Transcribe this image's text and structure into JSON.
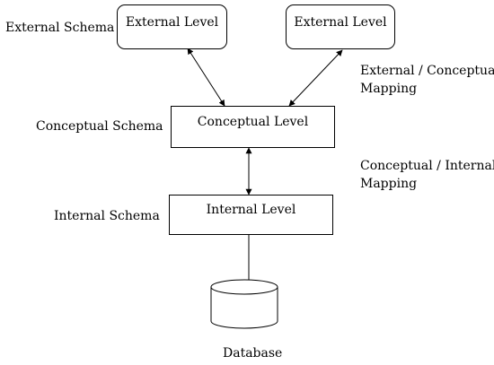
{
  "labels": {
    "external_schema": "External Schema",
    "conceptual_schema": "Conceptual Schema",
    "internal_schema": "Internal Schema",
    "ext_conc_mapping_line1": "External / Conceptual",
    "ext_conc_mapping_line2": "Mapping",
    "conc_int_mapping_line1": "Conceptual / Internal",
    "conc_int_mapping_line2": "Mapping",
    "database": "Database"
  },
  "boxes": {
    "external_level_left": "External Level",
    "external_level_right": "External Level",
    "conceptual_level": "Conceptual Level",
    "internal_level": "Internal Level"
  }
}
